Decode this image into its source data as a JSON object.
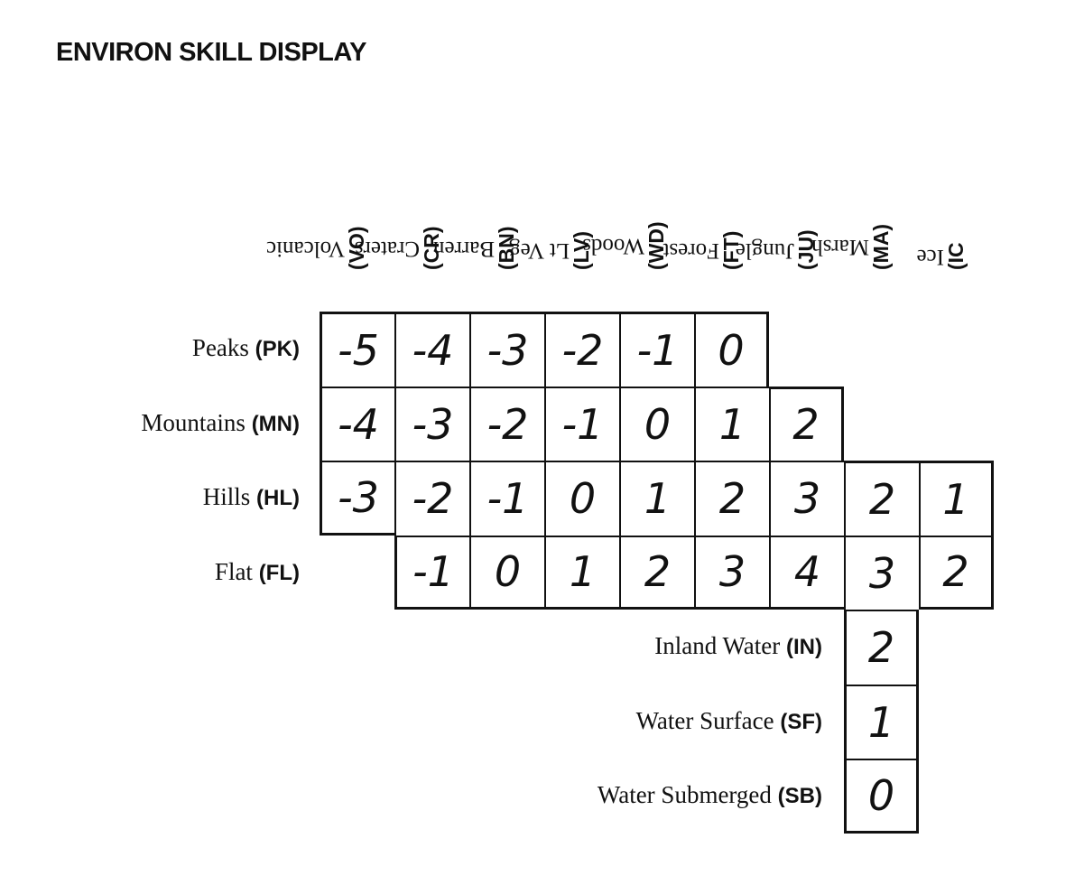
{
  "title": "ENVIRON SKILL DISPLAY",
  "columns": [
    {
      "name": "Volcanic",
      "code": "(VO)"
    },
    {
      "name": "Craters",
      "code": "(CR)"
    },
    {
      "name": "Barren",
      "code": "(BN)"
    },
    {
      "name": "Lt Veg",
      "code": "(LV)"
    },
    {
      "name": "Woods",
      "code": "(WD)"
    },
    {
      "name": "Forest",
      "code": "(FT)"
    },
    {
      "name": "Jungle",
      "code": "(JU)"
    },
    {
      "name": "Marsh",
      "code": "(MA)"
    },
    {
      "name": "Ice",
      "code": "(IC"
    }
  ],
  "rows": [
    {
      "name": "Peaks",
      "code": "(PK)",
      "values": [
        "-5",
        "-4",
        "-3",
        "-2",
        "-1",
        "0",
        "",
        "",
        ""
      ]
    },
    {
      "name": "Mountains",
      "code": "(MN)",
      "values": [
        "-4",
        "-3",
        "-2",
        "-1",
        "0",
        "1",
        "2",
        "",
        ""
      ]
    },
    {
      "name": "Hills",
      "code": "(HL)",
      "values": [
        "-3",
        "-2",
        "-1",
        "0",
        "1",
        "2",
        "3",
        "2",
        "1"
      ]
    },
    {
      "name": "Flat",
      "code": "(FL)",
      "values": [
        "",
        "-1",
        "0",
        "1",
        "2",
        "3",
        "4",
        "3",
        "2"
      ]
    }
  ],
  "water_rows": [
    {
      "name": "Inland Water",
      "code": "(IN)",
      "value": "2"
    },
    {
      "name": "Water Surface",
      "code": "(SF)",
      "value": "1"
    },
    {
      "name": "Water Submerged",
      "code": "(SB)",
      "value": "0"
    }
  ]
}
